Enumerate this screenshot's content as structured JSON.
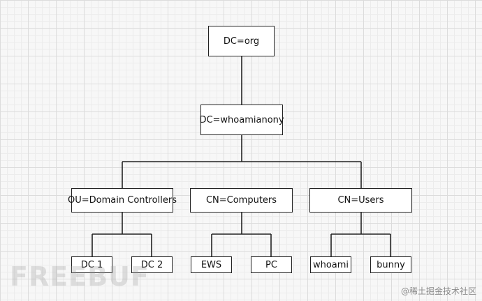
{
  "nodes": {
    "root": "DC=org",
    "domain": "DC=whoamianony",
    "ou_dc": "OU=Domain Controllers",
    "cn_computers": "CN=Computers",
    "cn_users": "CN=Users",
    "dc1": "DC 1",
    "dc2": "DC 2",
    "ews": "EWS",
    "pc": "PC",
    "whoami": "whoami",
    "bunny": "bunny"
  },
  "watermarks": {
    "left": "FREEBUF",
    "right": "@稀土掘金技术社区"
  },
  "colors": {
    "line": "#222222",
    "node_fill": "#ffffff",
    "grid": "#dcdcdc"
  }
}
